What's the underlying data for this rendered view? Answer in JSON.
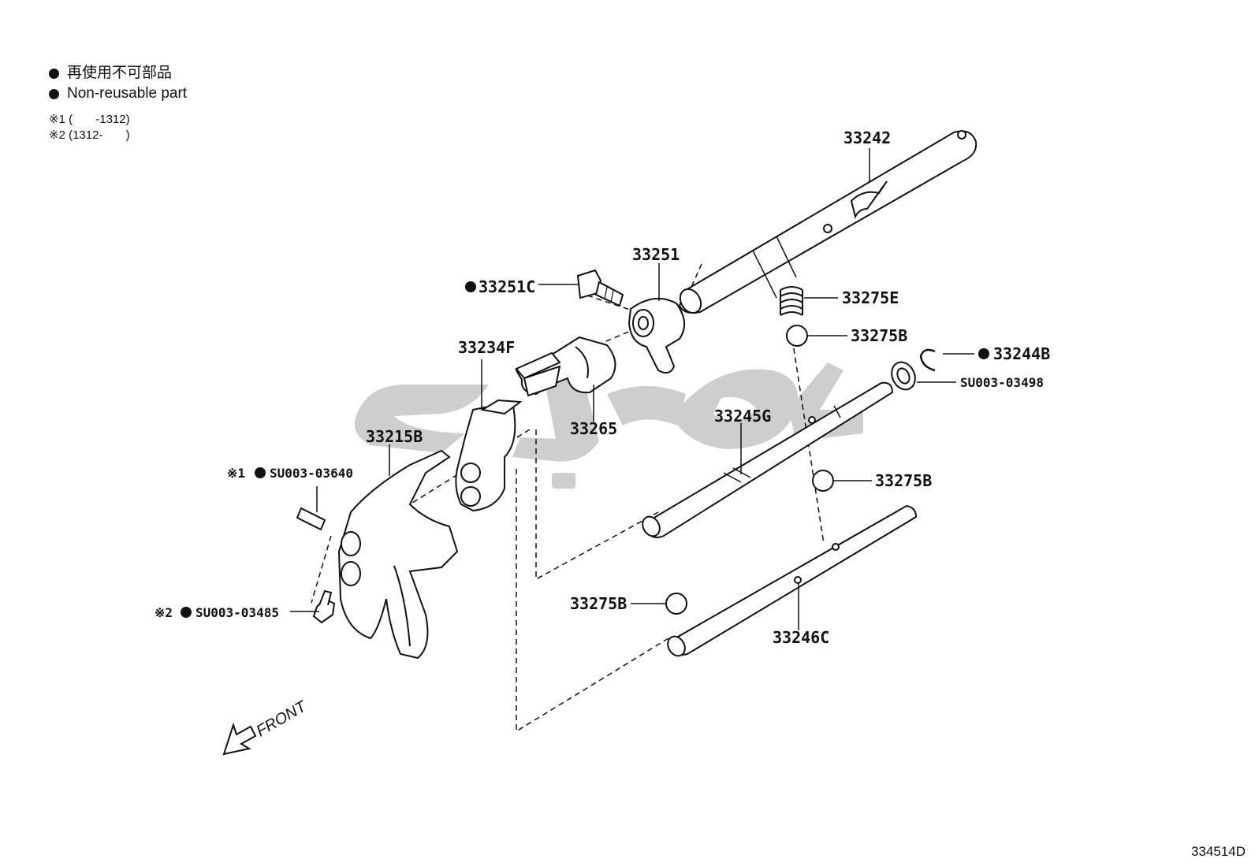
{
  "legend": {
    "jp": "再使用不可部品",
    "en": "Non-reusable part"
  },
  "notes": {
    "n1": "※1 (       -1312)",
    "n2": "※2 (1312-       )"
  },
  "callouts": {
    "p33242": "33242",
    "p33251": "33251",
    "p33251c": "33251C",
    "p33275e": "33275E",
    "p33275b_top": "33275B",
    "p33244b": "33244B",
    "su03498": "SU003-03498",
    "p33234f": "33234F",
    "p33265": "33265",
    "p33245g": "33245G",
    "p33215b": "33215B",
    "su03640_mark": "※1",
    "su03640": "SU003-03640",
    "p33275b_mid": "33275B",
    "p33275b_low": "33275B",
    "su03485_mark": "※2",
    "su03485": "SU003-03485",
    "p33246c": "33246C"
  },
  "front_label": "FRONT",
  "diagram_code": "334514D",
  "icons": [
    "filled-dot-icon",
    "front-arrow-icon"
  ],
  "colors": {
    "line": "#111111",
    "watermark": "#c8c8c8"
  }
}
